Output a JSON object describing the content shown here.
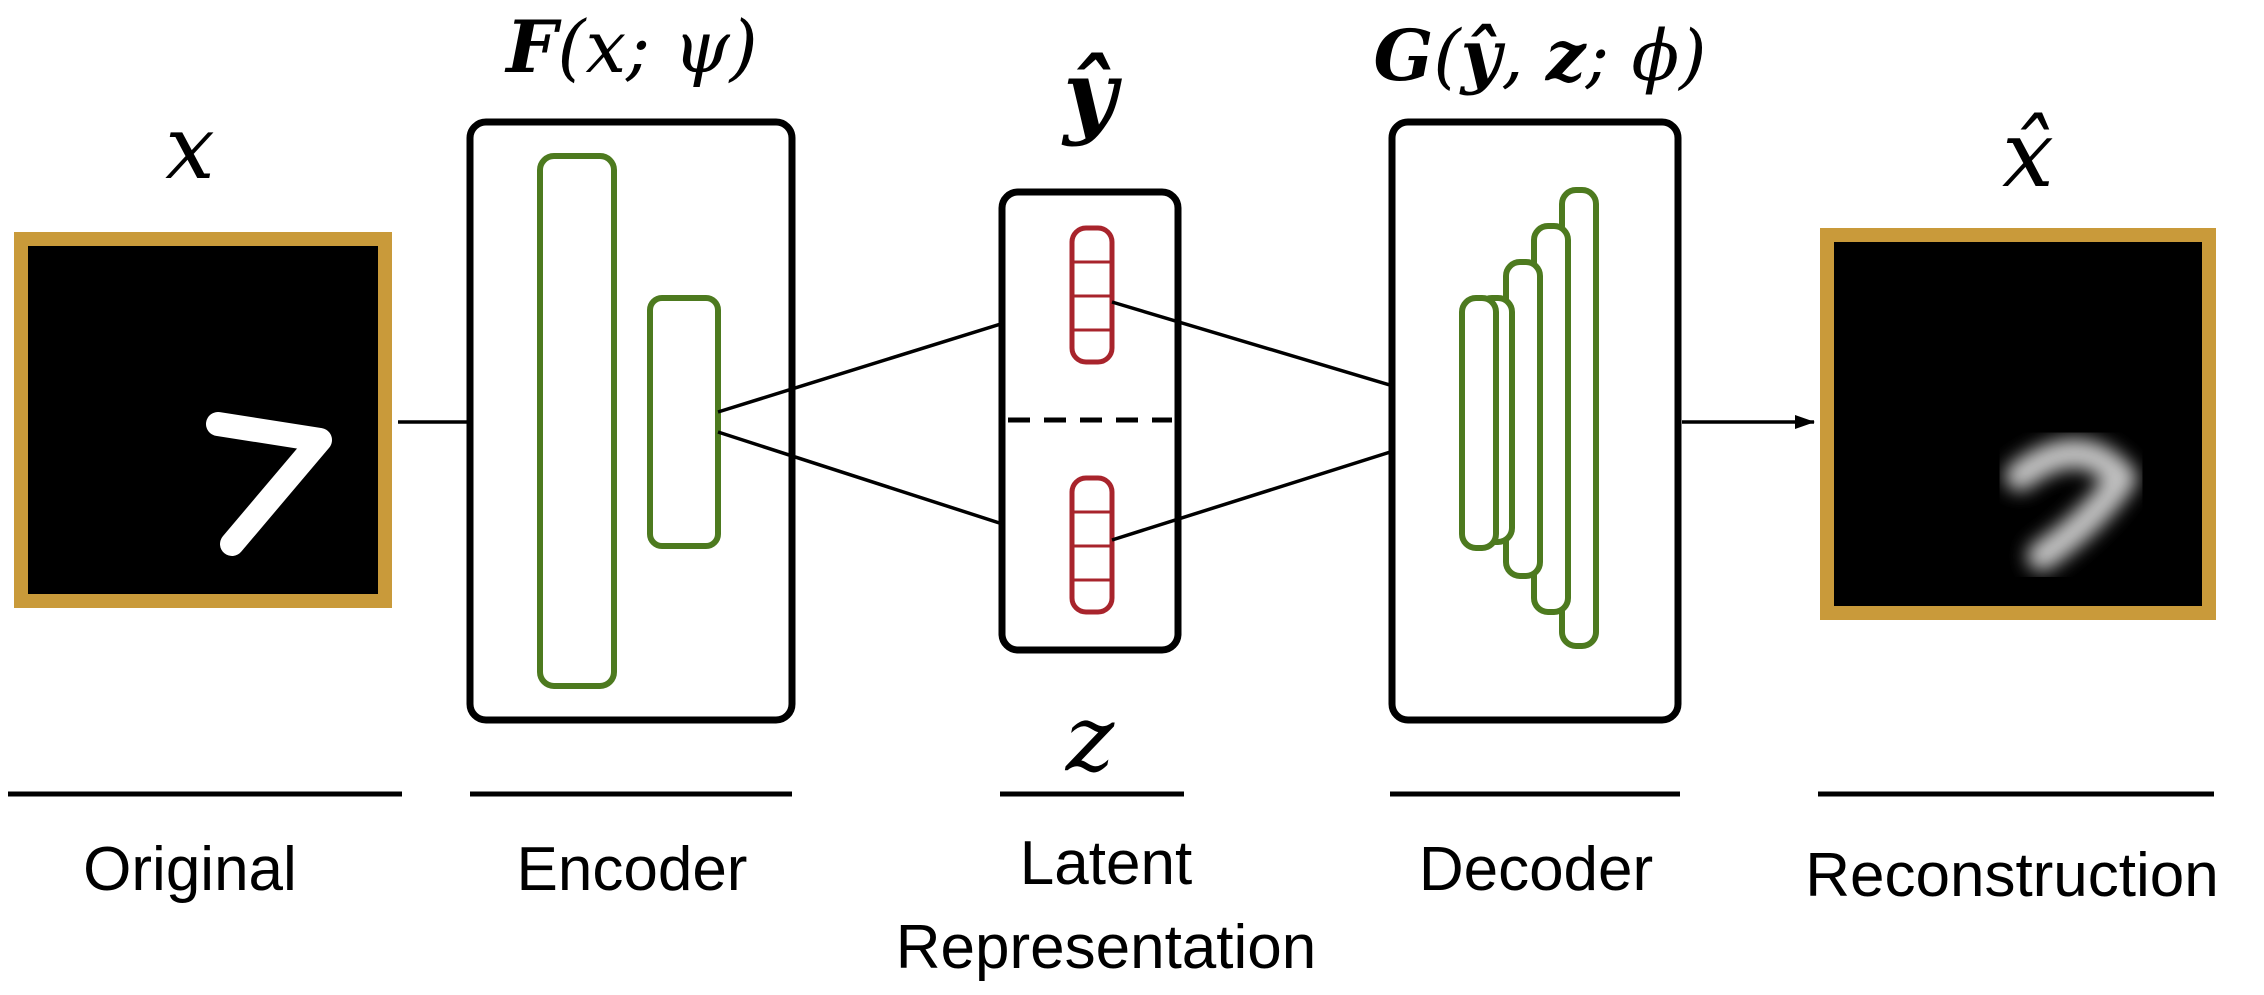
{
  "colors": {
    "frame": "#c99a3a",
    "encoder_decoder_layers": "#4d7a1f",
    "latent_vectors": "#a8242c",
    "box_stroke": "#000000",
    "image_background": "#000000"
  },
  "stages": {
    "original": {
      "symbol": "x",
      "caption": "Original",
      "image_content": "handwritten digit 7 (sharp)"
    },
    "encoder": {
      "symbol": "F",
      "symbol_args": "(x; ψ)",
      "caption": "Encoder"
    },
    "latent": {
      "symbol_top": "ŷ",
      "symbol_bottom": "z",
      "caption_line1": "Latent",
      "caption_line2": "Representation"
    },
    "decoder": {
      "symbol": "G",
      "symbol_args_open": "(",
      "symbol_arg_y": "ŷ",
      "symbol_sep1": ", ",
      "symbol_arg_z": "z",
      "symbol_sep2": "; ",
      "symbol_arg_phi": "ϕ",
      "symbol_args_close": ")",
      "caption": "Decoder"
    },
    "reconstruction": {
      "symbol": "x̂",
      "caption": "Reconstruction",
      "image_content": "handwritten digit 7 (blurry)"
    }
  },
  "icons": {
    "arrow": "arrow-right-icon",
    "latent_vector": "vector-cells-icon"
  }
}
